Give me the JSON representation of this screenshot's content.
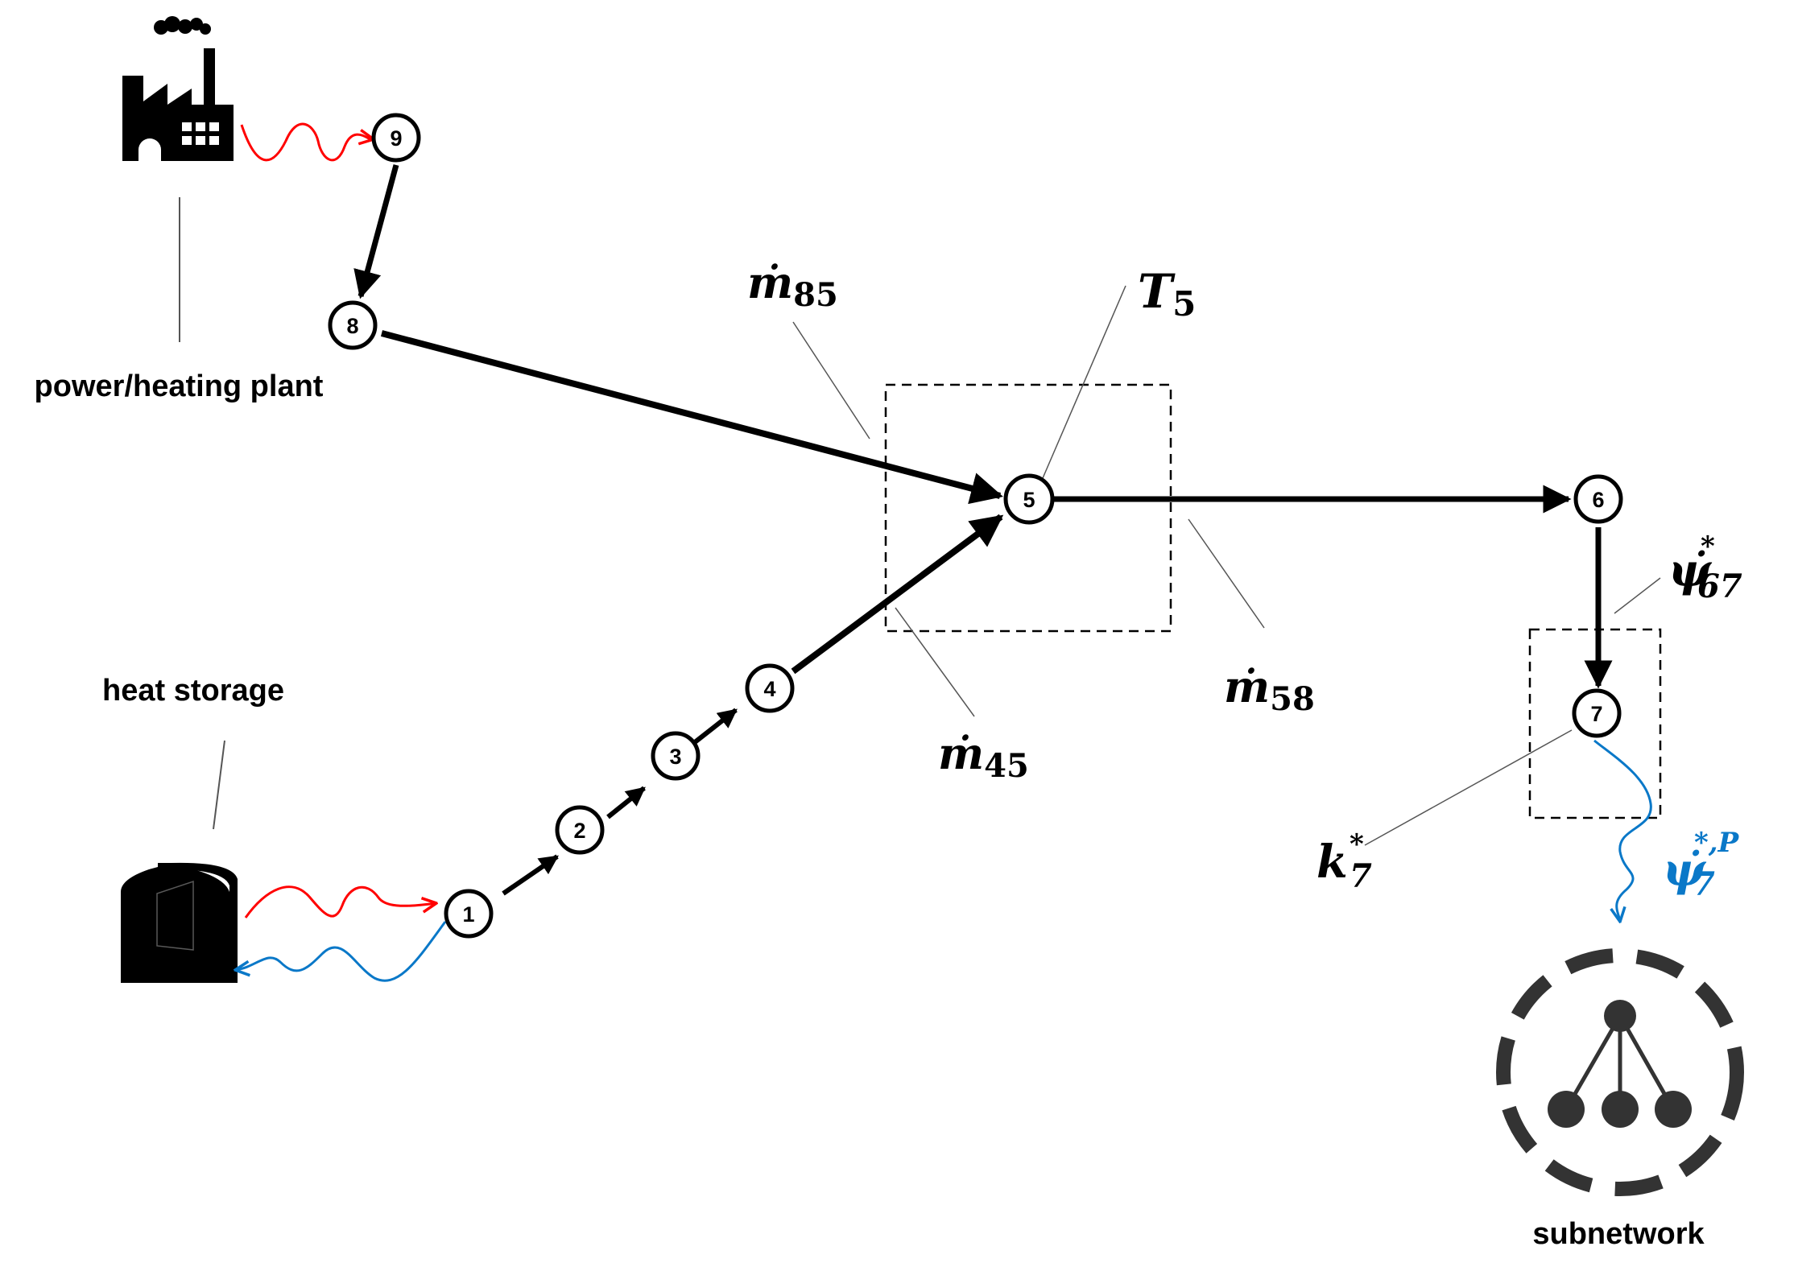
{
  "labels": {
    "plant": "power/heating plant",
    "storage": "heat storage",
    "subnetwork": "subnetwork"
  },
  "nodes": [
    "1",
    "2",
    "3",
    "4",
    "5",
    "6",
    "7",
    "8",
    "9"
  ],
  "variables": {
    "m85": {
      "base": "ṁ",
      "sub": "85"
    },
    "t5": {
      "base": "T",
      "sub": "5"
    },
    "m58": {
      "base": "ṁ",
      "sub": "58"
    },
    "m45": {
      "base": "ṁ",
      "sub": "45"
    },
    "psi67": {
      "base": "ψ̇",
      "sup": "*",
      "sub": "67"
    },
    "k7": {
      "base": "k",
      "sup": "*",
      "sub": "7"
    },
    "psi7p": {
      "base": "ψ̇",
      "sup": "*,P",
      "sub": "7"
    }
  },
  "colors": {
    "line": "#000000",
    "supply_wave": "#ff0000",
    "return_wave": "#0a78c8",
    "subnetwork": "#333333"
  },
  "icons": [
    "factory-icon",
    "storage-tank-icon",
    "subnetwork-icon"
  ]
}
